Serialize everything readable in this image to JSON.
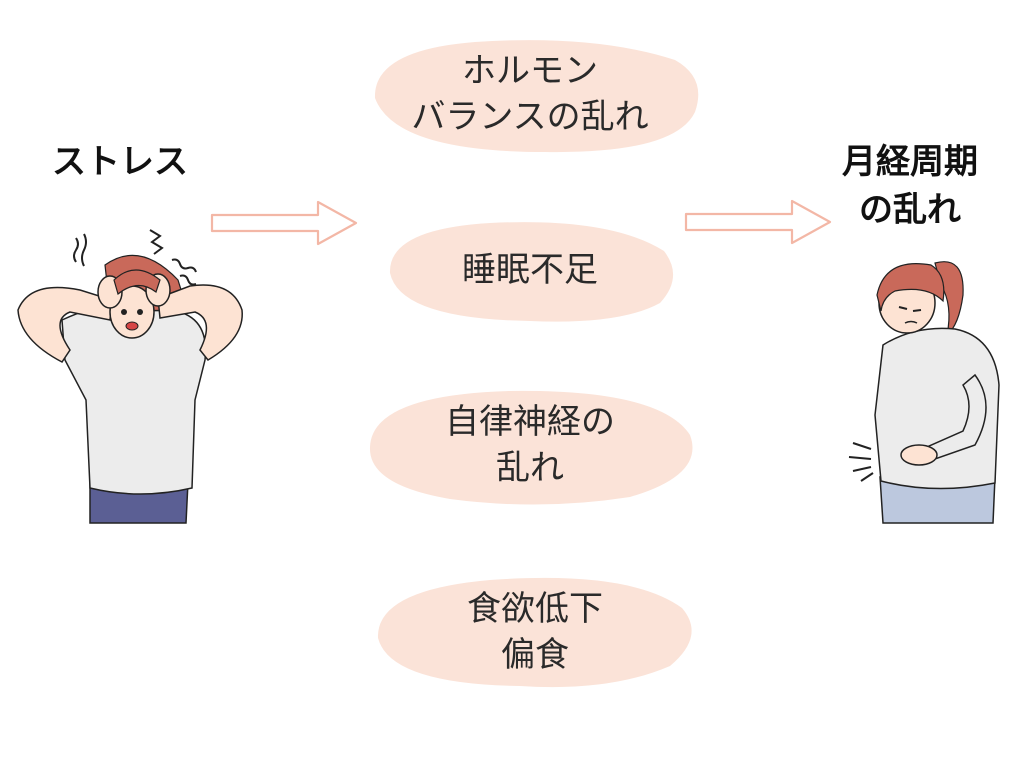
{
  "left": {
    "title": "ストレス"
  },
  "right": {
    "title_line1": "月経周期",
    "title_line2": "の乱れ"
  },
  "factors": [
    {
      "line1": "ホルモン",
      "line2": "バランスの乱れ"
    },
    {
      "line1": "睡眠不足",
      "line2": ""
    },
    {
      "line1": "自律神経の",
      "line2": "乱れ"
    },
    {
      "line1": "食欲低下",
      "line2": "偏食"
    }
  ],
  "colors": {
    "bubble_fill": "#fbe3d8",
    "arrow_stroke": "#f3b7a6",
    "hair": "#c9695a",
    "shirt": "#ececec",
    "left_pants": "#5b5f94",
    "right_pants": "#bcc8de",
    "skin": "#fde3d3"
  }
}
